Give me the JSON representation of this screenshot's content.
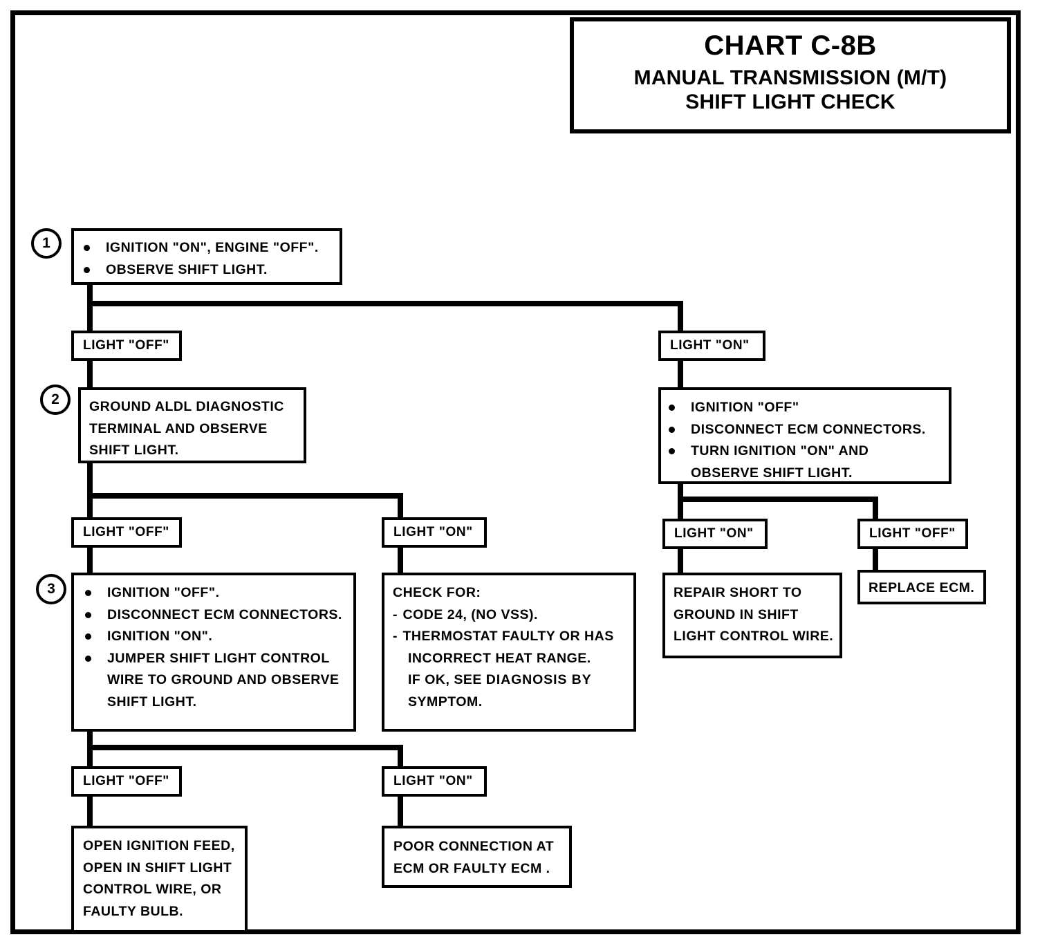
{
  "title": {
    "chart_id": "CHART C-8B",
    "line1": "MANUAL TRANSMISSION (M/T)",
    "line2": "SHIFT LIGHT CHECK"
  },
  "steps": {
    "one": "1",
    "two": "2",
    "three": "3"
  },
  "labels": {
    "light_off": "LIGHT \"OFF\"",
    "light_on": "LIGHT \"ON\""
  },
  "step1": {
    "bullets": [
      "IGNITION \"ON\", ENGINE \"OFF\".",
      "OBSERVE SHIFT LIGHT."
    ]
  },
  "step2": {
    "lines": [
      "GROUND ALDL DIAGNOSTIC",
      "TERMINAL AND OBSERVE",
      "SHIFT LIGHT."
    ]
  },
  "step3": {
    "bullets": [
      "IGNITION \"OFF\".",
      "DISCONNECT ECM CONNECTORS.",
      "IGNITION \"ON\".",
      "JUMPER SHIFT LIGHT  CONTROL"
    ],
    "cont1": "WIRE TO GROUND AND OBSERVE",
    "cont2": "SHIFT LIGHT."
  },
  "check_for": {
    "heading": "CHECK FOR:",
    "item1": "CODE 24, (NO VSS).",
    "item2": "THERMOSTAT FAULTY OR HAS",
    "item2_cont": "INCORRECT HEAT RANGE.",
    "note_prefix": "IF OK,  SEE ",
    "note_emph": "DIAGNOSIS  BY",
    "note_cont": "SYMPTOM."
  },
  "right_branch": {
    "bullets": [
      "IGNITION \"OFF\"",
      "DISCONNECT ECM CONNECTORS.",
      "TURN IGNITION \"ON\" AND"
    ],
    "cont": "OBSERVE SHIFT LIGHT."
  },
  "repair_short": {
    "lines": [
      "REPAIR SHORT TO",
      "GROUND IN  SHIFT",
      "LIGHT CONTROL WIRE."
    ]
  },
  "replace_ecm": {
    "line": "REPLACE ECM."
  },
  "open_ignition": {
    "lines": [
      "OPEN IGNITION FEED,",
      "OPEN IN SHIFT LIGHT",
      "CONTROL WIRE, OR",
      "FAULTY BULB."
    ]
  },
  "poor_connection": {
    "lines": [
      "POOR CONNECTION AT",
      "ECM OR FAULTY ECM ."
    ]
  },
  "colors": {
    "ink": "#000000",
    "paper": "#ffffff"
  }
}
